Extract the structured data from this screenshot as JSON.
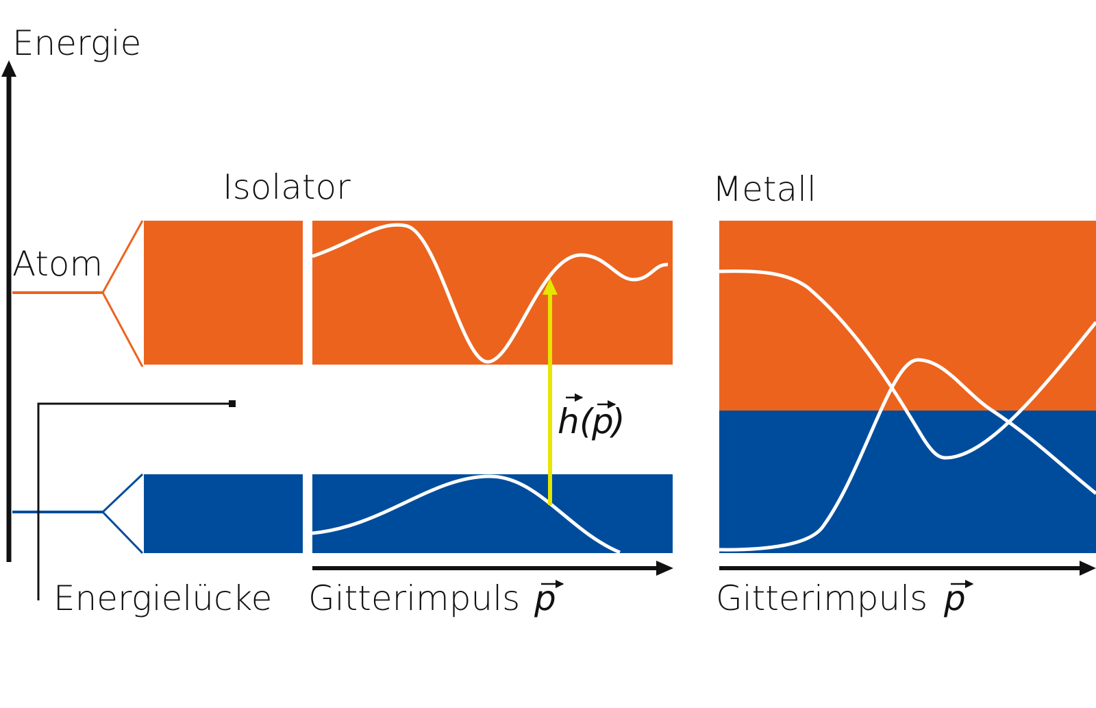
{
  "labels": {
    "energy_axis": "Energie",
    "atom": "Atom",
    "insulator": "Isolator",
    "metal": "Metall",
    "energy_gap": "Energielücke",
    "lattice_momentum": "Gitterimpuls",
    "momentum_symbol": "p",
    "h_symbol": "h",
    "paren_open": "(",
    "paren_close": ")"
  },
  "colors": {
    "conduction_band": "#EC631E",
    "valence_band": "#004C9C",
    "transition_arrow": "#E6E600",
    "axis": "#111111",
    "curve": "#FFFFFF"
  }
}
